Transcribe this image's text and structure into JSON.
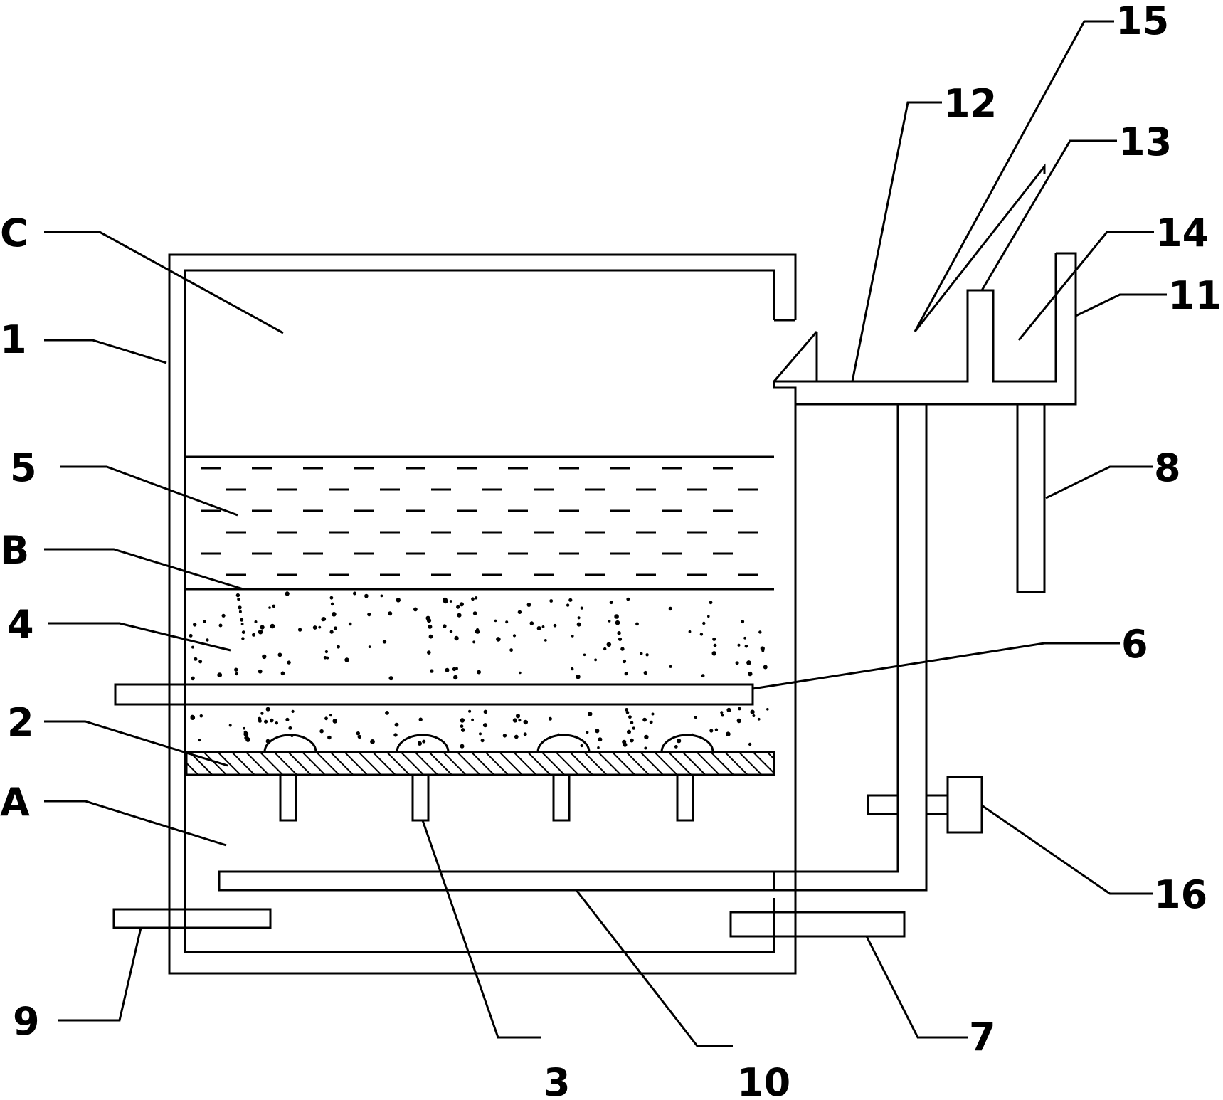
{
  "colors": {
    "ink": "#000000",
    "paper": "#ffffff"
  },
  "labels": {
    "C": "C",
    "1": "1",
    "5": "5",
    "B": "B",
    "4": "4",
    "2": "2",
    "A": "A",
    "9": "9",
    "3": "3",
    "10": "10",
    "7": "7",
    "16": "16",
    "6": "6",
    "8": "8",
    "11": "11",
    "14": "14",
    "13": "13",
    "12": "12",
    "15": "15"
  }
}
